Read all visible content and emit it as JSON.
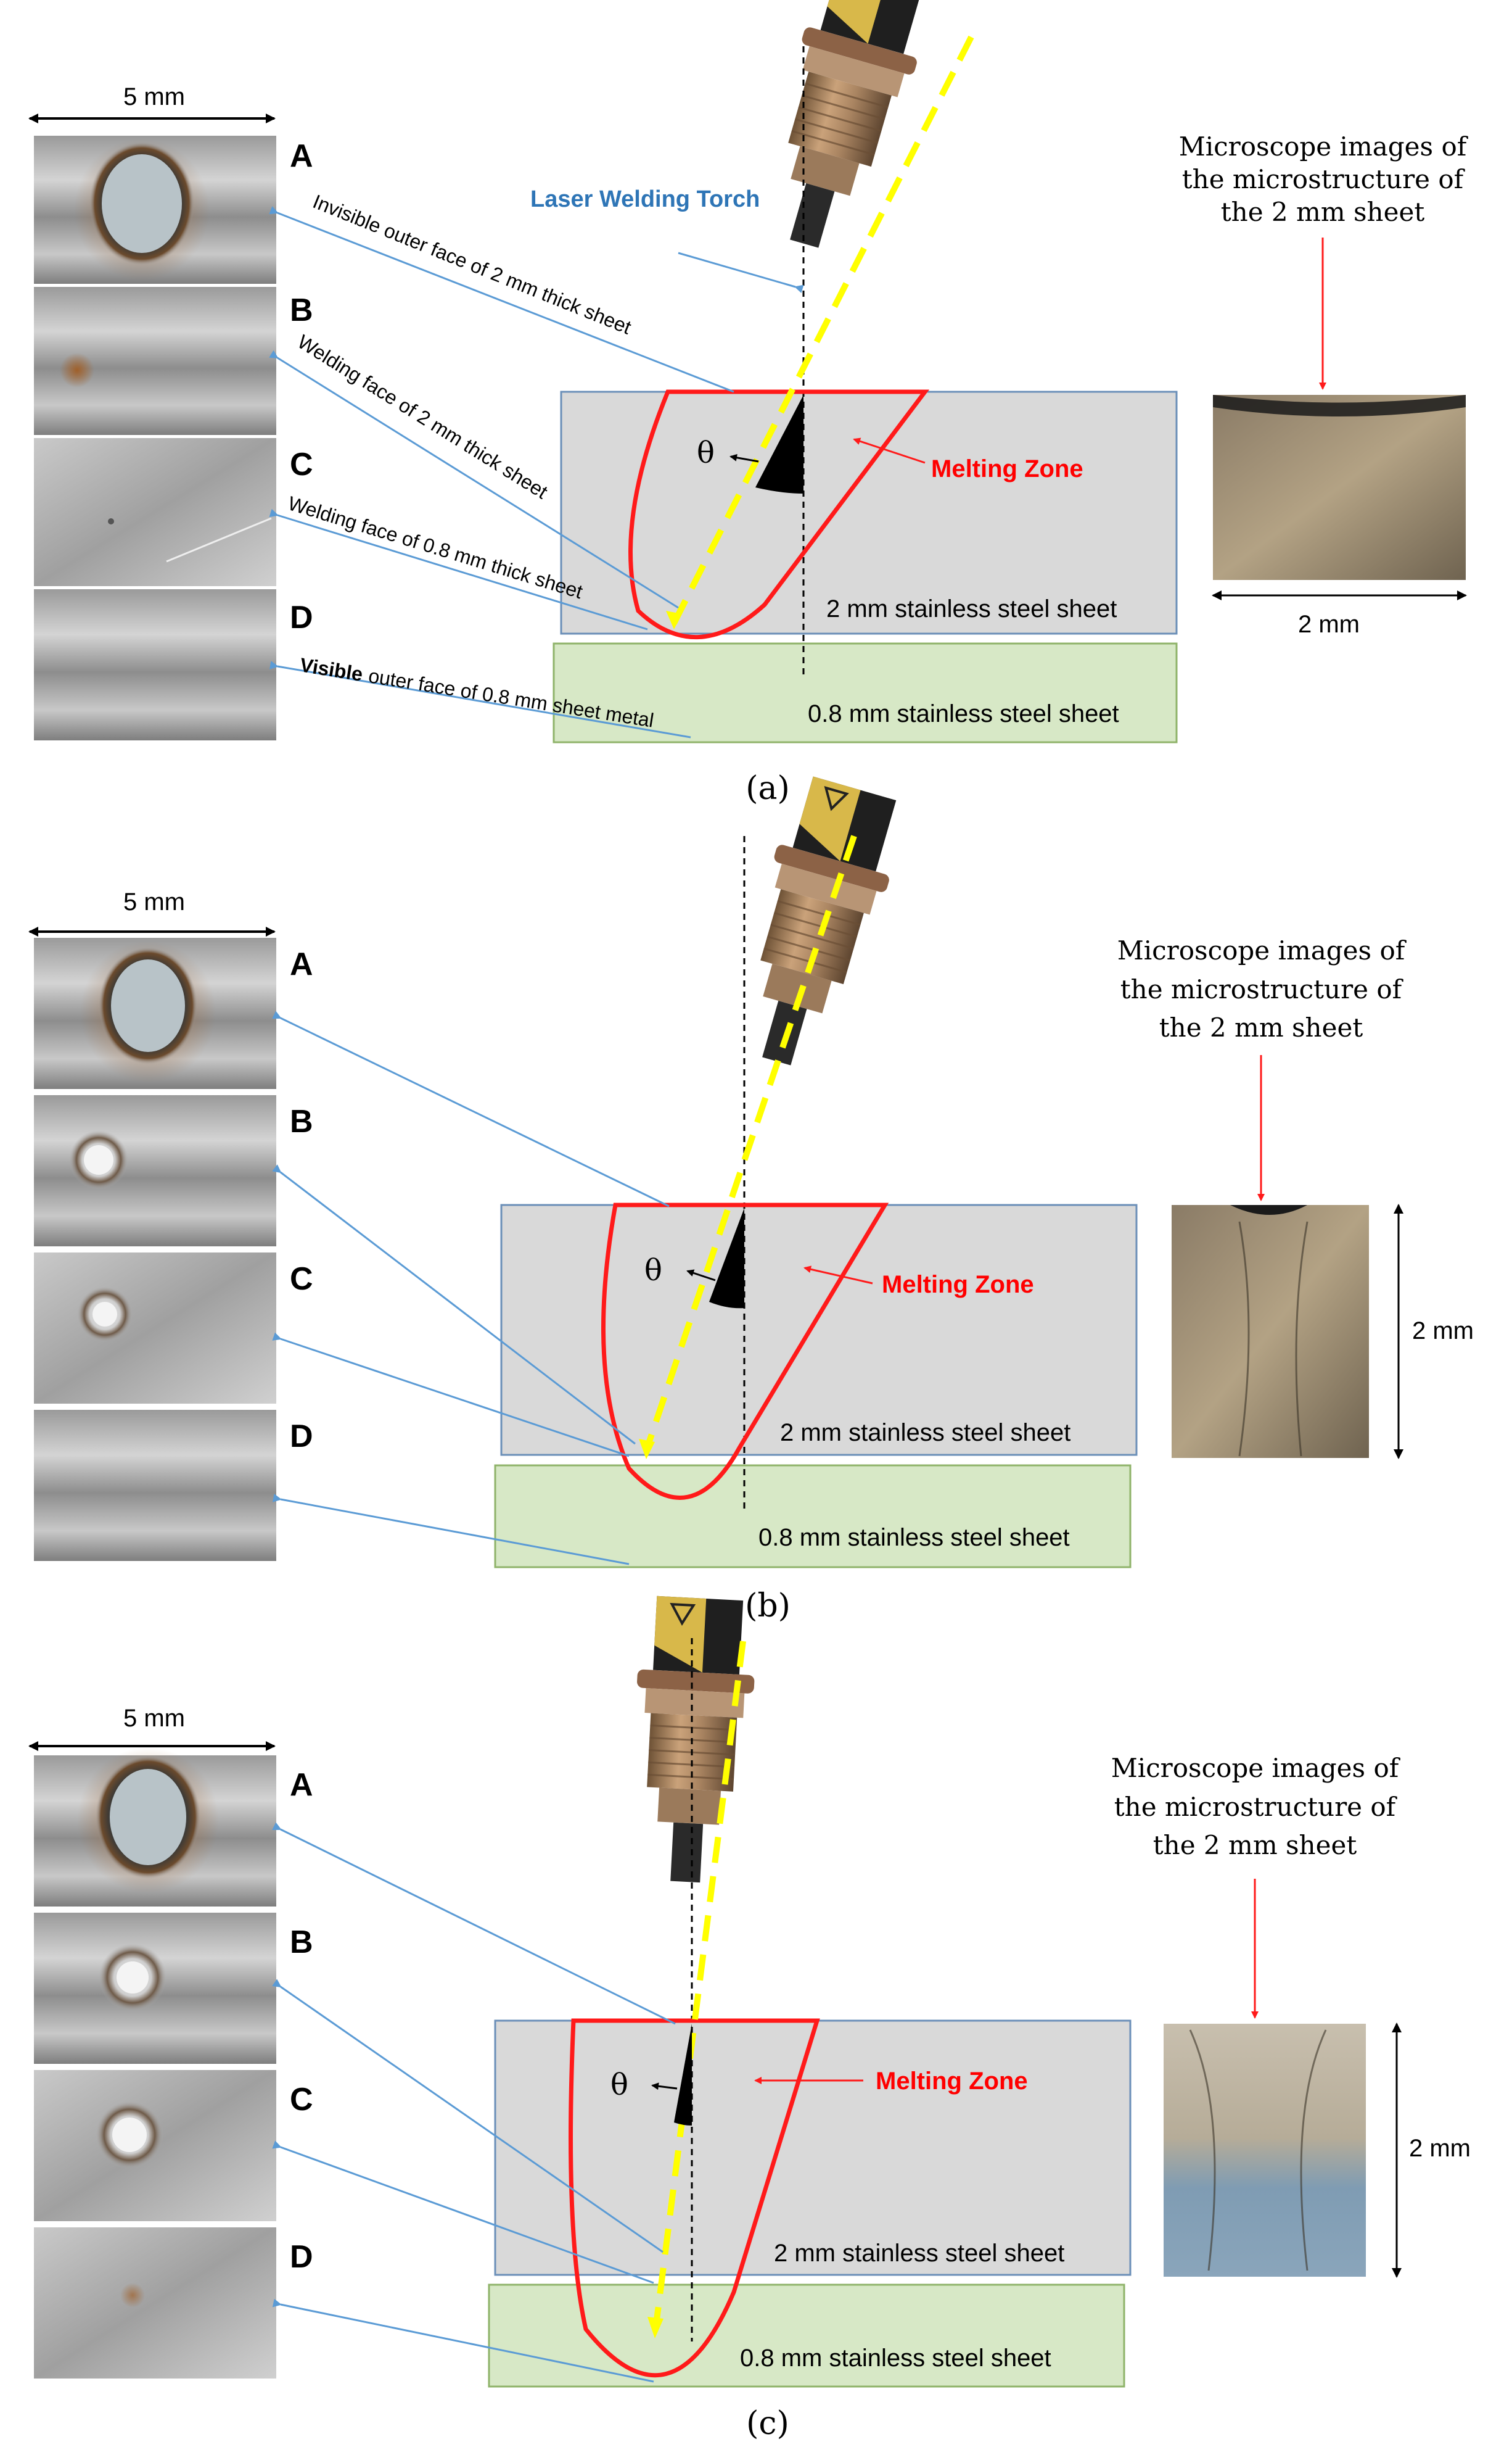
{
  "colors": {
    "zone_outline": "#ff1a1a",
    "beam": "#ffff00",
    "sheet_top_fill": "#d9d9d9",
    "sheet_top_stroke": "#6b8fb8",
    "sheet_bottom_fill": "#d7e8c6",
    "sheet_bottom_stroke": "#8fb36a",
    "leader": "#5b9bd5",
    "torch_label": "#2e75b6",
    "red_text": "#ff0000"
  },
  "common": {
    "scale_label": "5 mm",
    "micro_scale": "2 mm",
    "face_letters": [
      "A",
      "B",
      "C",
      "D"
    ],
    "top_sheet": "2 mm stainless steel sheet",
    "bottom_sheet": "0.8 mm stainless steel sheet",
    "melting_zone": "Melting Zone",
    "theta": "θ",
    "micro_title": [
      "Microscope images of",
      "the microstructure of",
      "the 2 mm sheet"
    ]
  },
  "panel_a": {
    "caption": "(a)",
    "torch_label": "Laser Welding Torch",
    "leader_labels": [
      "Invisible outer face of 2 mm thick sheet",
      "Welding face of 2 mm thick sheet",
      "Welding face of 0.8 mm thick sheet",
      "outer face of 0.8 mm sheet metal"
    ],
    "visible_word": "Visible"
  },
  "panel_b": {
    "caption": "(b)"
  },
  "panel_c": {
    "caption": "(c)"
  },
  "icons": {
    "torch": "laser-torch-icon",
    "weld_photo": "weld-surface-photo",
    "micrograph": "micrograph-photo"
  }
}
